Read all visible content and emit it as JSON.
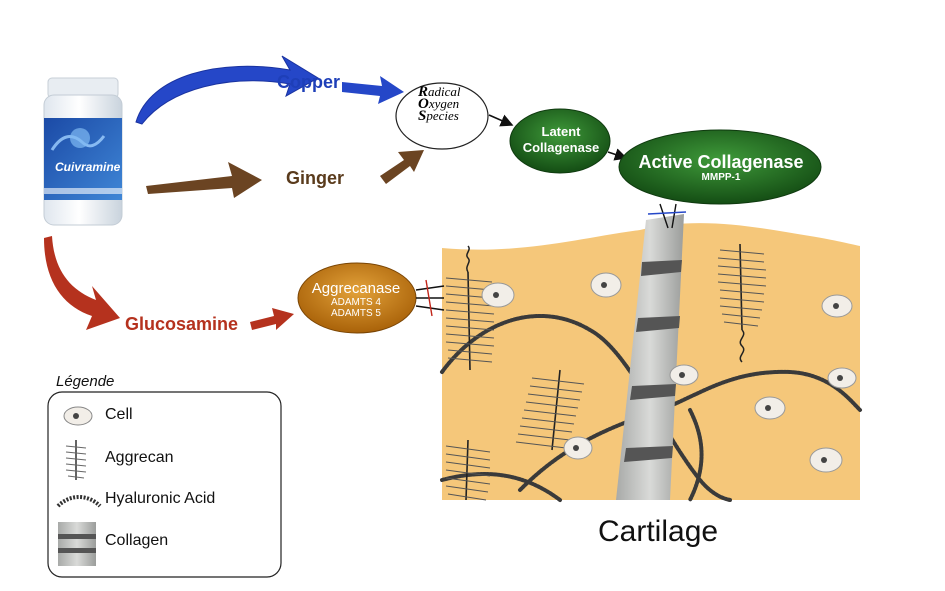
{
  "product": {
    "name": "Cuivramine"
  },
  "inputs": {
    "copper": "Copper",
    "ginger": "Ginger",
    "glucosamine": "Glucosamine"
  },
  "ros": {
    "line1_initial": "R",
    "line1_rest": "adical",
    "line2_initial": "O",
    "line2_rest": "xygen",
    "line3_initial": "S",
    "line3_rest": "pecies"
  },
  "latent": {
    "line1": "Latent",
    "line2": "Collagenase"
  },
  "active": {
    "title": "Active Collagenase",
    "subtitle": "MMPP-1"
  },
  "aggrecanase": {
    "title": "Aggrecanase",
    "line1": "ADAMTS 4",
    "line2": "ADAMTS 5"
  },
  "cartilage_label": "Cartilage",
  "legend": {
    "title": "Légende",
    "items": [
      {
        "label": "Cell",
        "icon": "cell-icon"
      },
      {
        "label": "Aggrecan",
        "icon": "aggrecan-icon"
      },
      {
        "label": "Hyaluronic Acid",
        "icon": "hyaluronic-acid-icon"
      },
      {
        "label": "Collagen",
        "icon": "collagen-icon"
      }
    ]
  },
  "colors": {
    "copper": "#1e3fb8",
    "ginger": "#5a3b1c",
    "glucosamine": "#b5321e",
    "enzyme_green": "#1f6b1f",
    "aggrecanase": "#c27a10",
    "cartilage": "#f5c77a"
  }
}
